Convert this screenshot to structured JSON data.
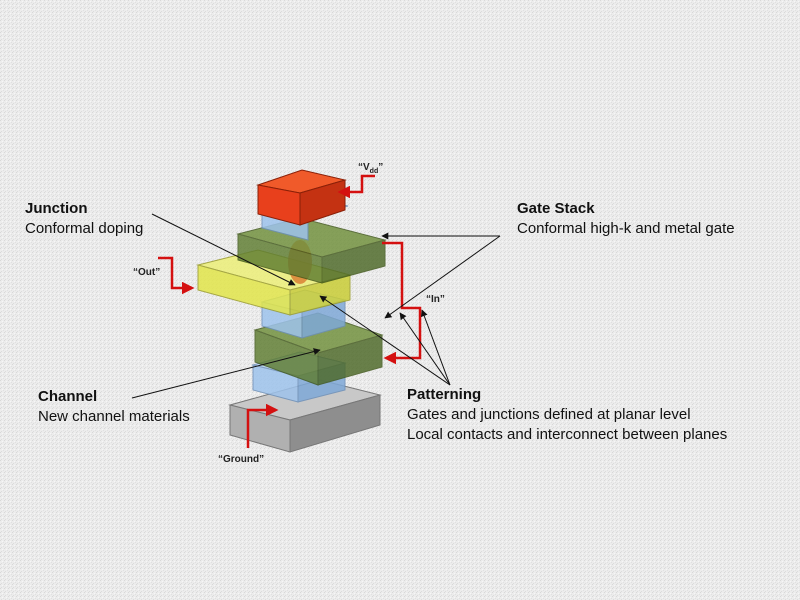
{
  "labels": {
    "junction": {
      "title": "Junction",
      "desc": "Conformal doping"
    },
    "gate_stack": {
      "title": "Gate Stack",
      "desc": "Conformal high-k and metal gate"
    },
    "channel": {
      "title": "Channel",
      "desc": "New channel materials"
    },
    "patterning": {
      "title": "Patterning",
      "lines": [
        "Gates and junctions defined at planar level",
        "Local contacts and interconnect between planes"
      ]
    }
  },
  "terminals": {
    "vdd_main": "“V",
    "vdd_sub": "dd",
    "vdd_close": "”",
    "out": "“Out”",
    "in": "“In”",
    "ground": "“Ground”"
  },
  "colors": {
    "vdd_block": "#e8401c",
    "gate_block": "#5c7a2e",
    "channel_block": "#8fb8e8",
    "out_block": "#e2e64a",
    "ground_block": "#a8a8a8",
    "signal_arrow": "#d41010"
  }
}
